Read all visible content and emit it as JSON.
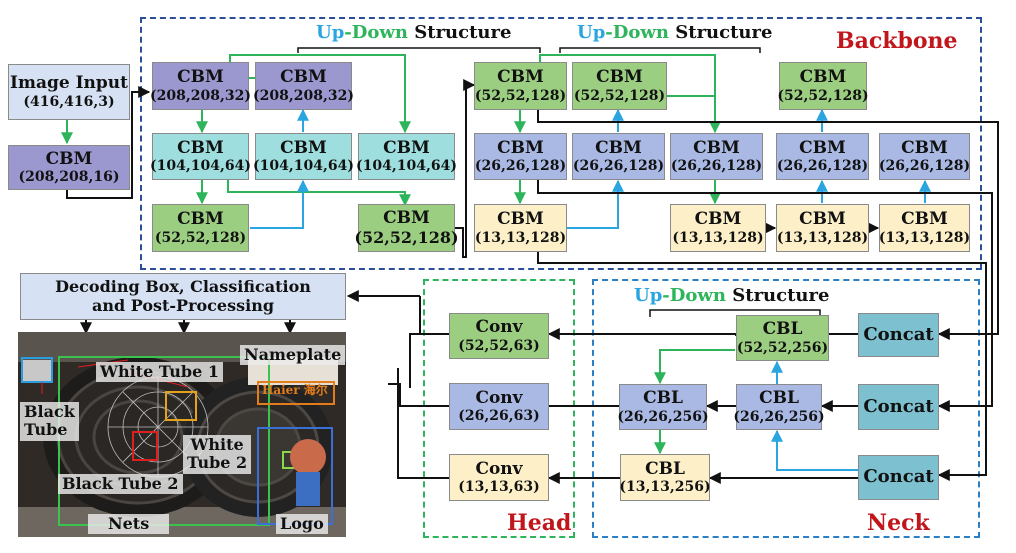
{
  "backbone_title": "Backbone",
  "head_title": "Head",
  "neck_title": "Neck",
  "updown": {
    "up": "Up",
    "dash": "-",
    "down": "Down",
    "structure": " Structure"
  },
  "image_input": {
    "title": "Image Input",
    "sub": "(416,416,3)"
  },
  "decoding_box": {
    "line1": "Decoding Box, Classification",
    "line2": "and Post-Processing"
  },
  "blocks": {
    "cbm_in": {
      "t": "CBM",
      "s": "(208,208,16)"
    },
    "b1": {
      "t": "CBM",
      "s": "(208,208,32)"
    },
    "b2": {
      "t": "CBM",
      "s": "(208,208,32)"
    },
    "b3": {
      "t": "CBM",
      "s": "(104,104,64)"
    },
    "b4": {
      "t": "CBM",
      "s": "(104,104,64)"
    },
    "b5": {
      "t": "CBM",
      "s": "(104,104,64)"
    },
    "b6": {
      "t": "CBM",
      "s": "(52,52,128)"
    },
    "b7": {
      "t": "CBM",
      "s": "(52,52,128)"
    },
    "c1": {
      "t": "CBM",
      "s": "(52,52,128)"
    },
    "c2": {
      "t": "CBM",
      "s": "(52,52,128)"
    },
    "c3": {
      "t": "CBM",
      "s": "(52,52,128)"
    },
    "d1": {
      "t": "CBM",
      "s": "(26,26,128)"
    },
    "d2": {
      "t": "CBM",
      "s": "(26,26,128)"
    },
    "d3": {
      "t": "CBM",
      "s": "(26,26,128)"
    },
    "d4": {
      "t": "CBM",
      "s": "(26,26,128)"
    },
    "d5": {
      "t": "CBM",
      "s": "(26,26,128)"
    },
    "e1": {
      "t": "CBM",
      "s": "(13,13,128)"
    },
    "e2": {
      "t": "CBM",
      "s": "(13,13,128)"
    },
    "e3": {
      "t": "CBM",
      "s": "(13,13,128)"
    },
    "e4": {
      "t": "CBM",
      "s": "(13,13,128)"
    },
    "conv1": {
      "t": "Conv",
      "s": "(52,52,63)"
    },
    "conv2": {
      "t": "Conv",
      "s": "(26,26,63)"
    },
    "conv3": {
      "t": "Conv",
      "s": "(13,13,63)"
    },
    "cbl1": {
      "t": "CBL",
      "s": "(52,52,256)"
    },
    "cbl2": {
      "t": "CBL",
      "s": "(26,26,256)"
    },
    "cbl3": {
      "t": "CBL",
      "s": "(26,26,256)"
    },
    "cbl4": {
      "t": "CBL",
      "s": "(13,13,256)"
    },
    "concat1": {
      "t": "Concat"
    },
    "concat2": {
      "t": "Concat"
    },
    "concat3": {
      "t": "Concat"
    }
  },
  "photo_labels": {
    "nameplate": "Nameplate",
    "white_tube_1": "White Tube 1",
    "black_tube_1": "Black",
    "black_tube_2": "Tube",
    "white_tube_2a": "White",
    "white_tube_2b": "Tube 2",
    "black_tube_2_label": "Black Tube 2",
    "nets": "Nets",
    "logo": "Logo",
    "brand_logo": "Haier 海尔"
  },
  "colors": {
    "backbone_border": "#2b4e9a",
    "head_border": "#2eb55b",
    "neck_border": "#2b7fc4",
    "region_title": "#c0161c",
    "arrow_green": "#2eb55b",
    "arrow_blue": "#2aa5e0",
    "arrow_black": "#111111"
  }
}
